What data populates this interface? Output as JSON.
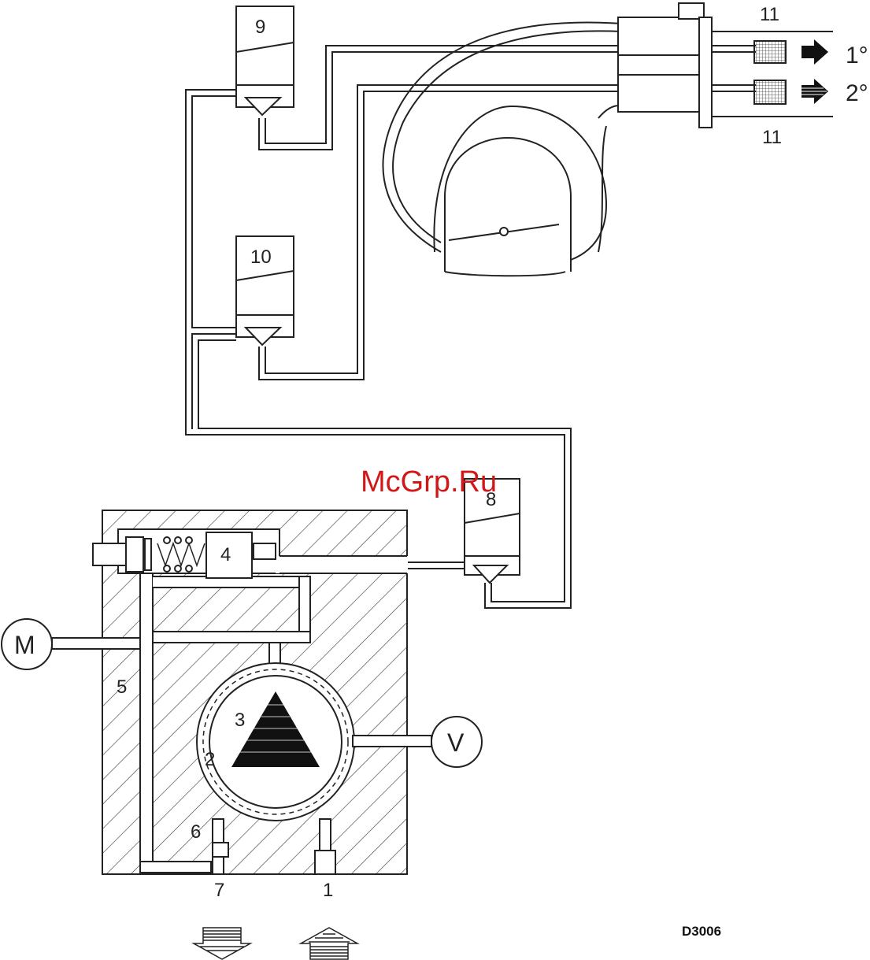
{
  "watermark": "McGrp.Ru",
  "drawing_code": "D3006",
  "labels": {
    "valve_9": "9",
    "valve_10": "10",
    "valve_8": "8",
    "part_4": "4",
    "part_3": "3",
    "part_2": "2",
    "part_5": "5",
    "part_6": "6",
    "port_7": "7",
    "port_1": "1",
    "nozzle_top": "11",
    "nozzle_bottom": "11",
    "stage_1": "1°",
    "stage_2": "2°",
    "gauge_m": "M",
    "gauge_v": "V"
  }
}
